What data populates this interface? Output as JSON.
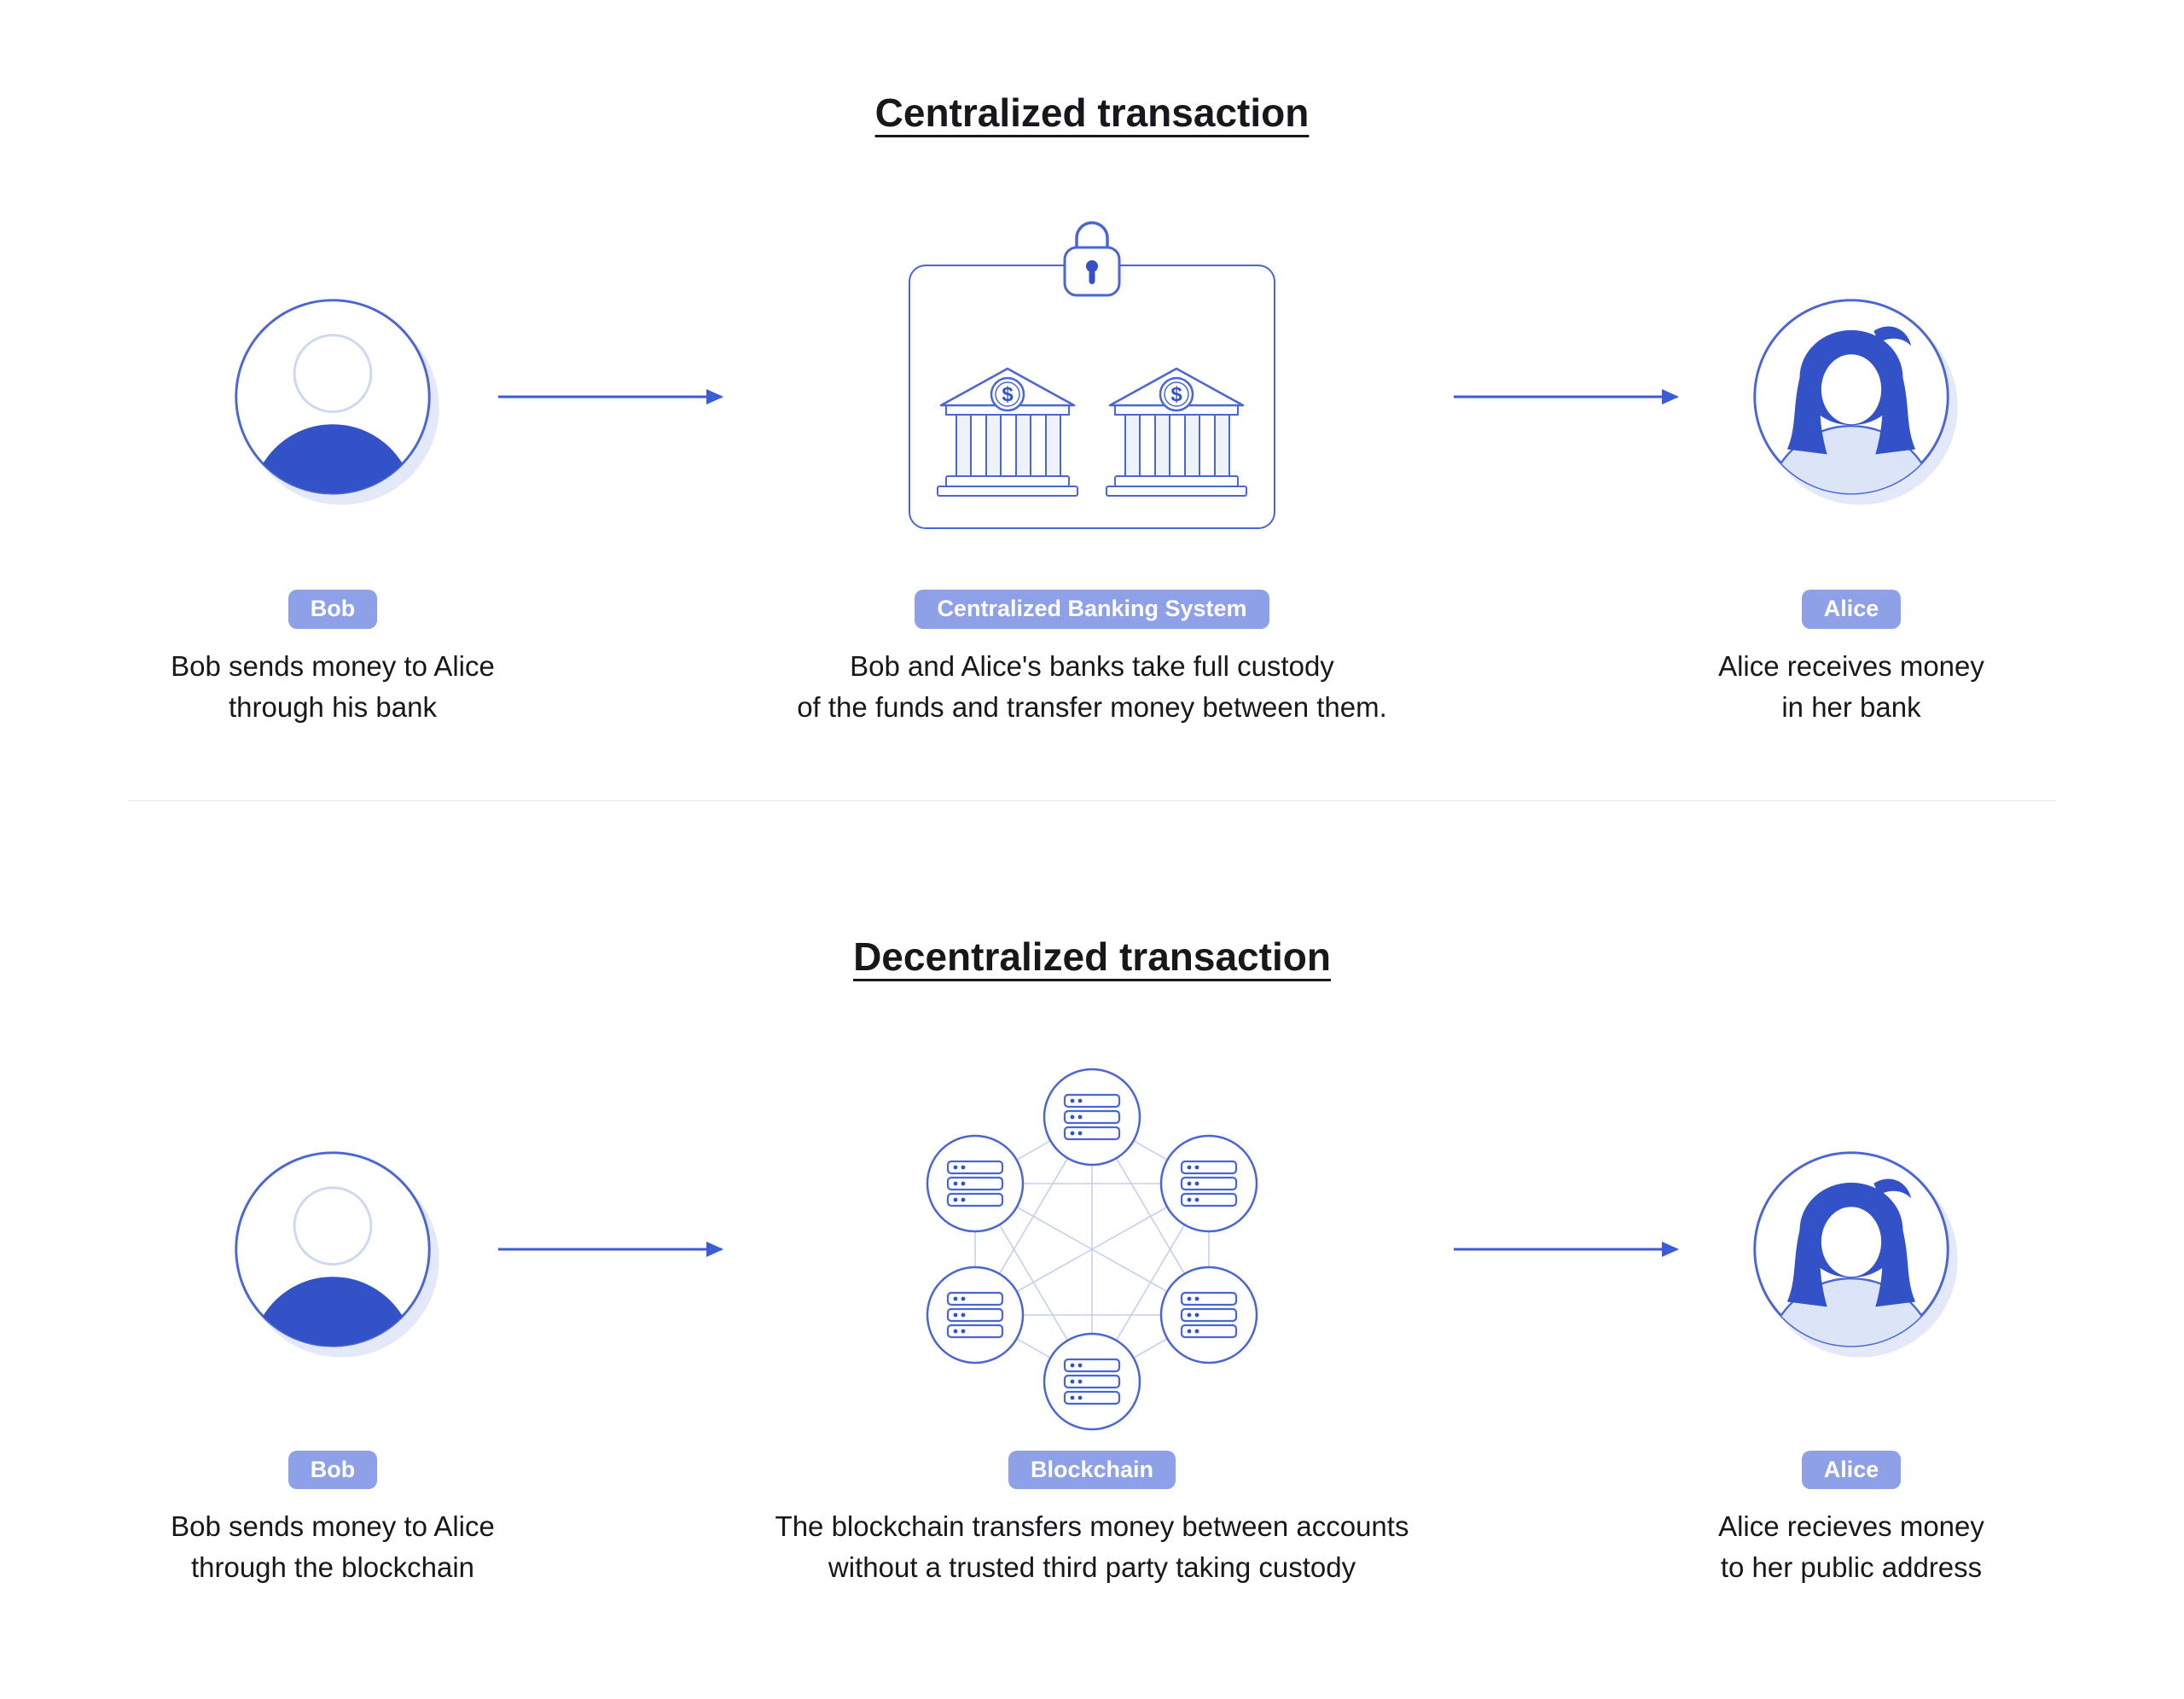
{
  "colors": {
    "primary": "#3452c8",
    "outline": "#4a66d3",
    "badge-bg": "#8ea1e8",
    "light-fill": "#dce4f8",
    "edge": "#c5cfee",
    "arrow": "#3b5bd9",
    "text": "#17181c",
    "divider": "#e8e8e8"
  },
  "symbols": {
    "currency": "$"
  },
  "icons": {
    "sender": "person-avatar-icon",
    "receiver": "woman-avatar-icon",
    "centralized": "bank-buildings-with-padlock-icon",
    "decentralized": "blockchain-network-icon",
    "connector": "arrow-right-icon"
  },
  "sections": [
    {
      "title": "Centralized transaction",
      "columns": [
        {
          "badge": "Bob",
          "line1": "Bob sends money to Alice",
          "line2": "through his bank"
        },
        {
          "badge": "Centralized Banking System",
          "line1": "Bob and Alice's banks take full custody",
          "line2": "of the funds and transfer money between them."
        },
        {
          "badge": "Alice",
          "line1": "Alice receives money",
          "line2": "in her bank"
        }
      ]
    },
    {
      "title": "Decentralized transaction",
      "columns": [
        {
          "badge": "Bob",
          "line1": "Bob sends money to Alice",
          "line2": "through the blockchain"
        },
        {
          "badge": "Blockchain",
          "line1": "The blockchain transfers money between accounts",
          "line2": "without a trusted third party taking custody"
        },
        {
          "badge": "Alice",
          "line1": "Alice recieves money",
          "line2": "to her public address"
        }
      ]
    }
  ]
}
